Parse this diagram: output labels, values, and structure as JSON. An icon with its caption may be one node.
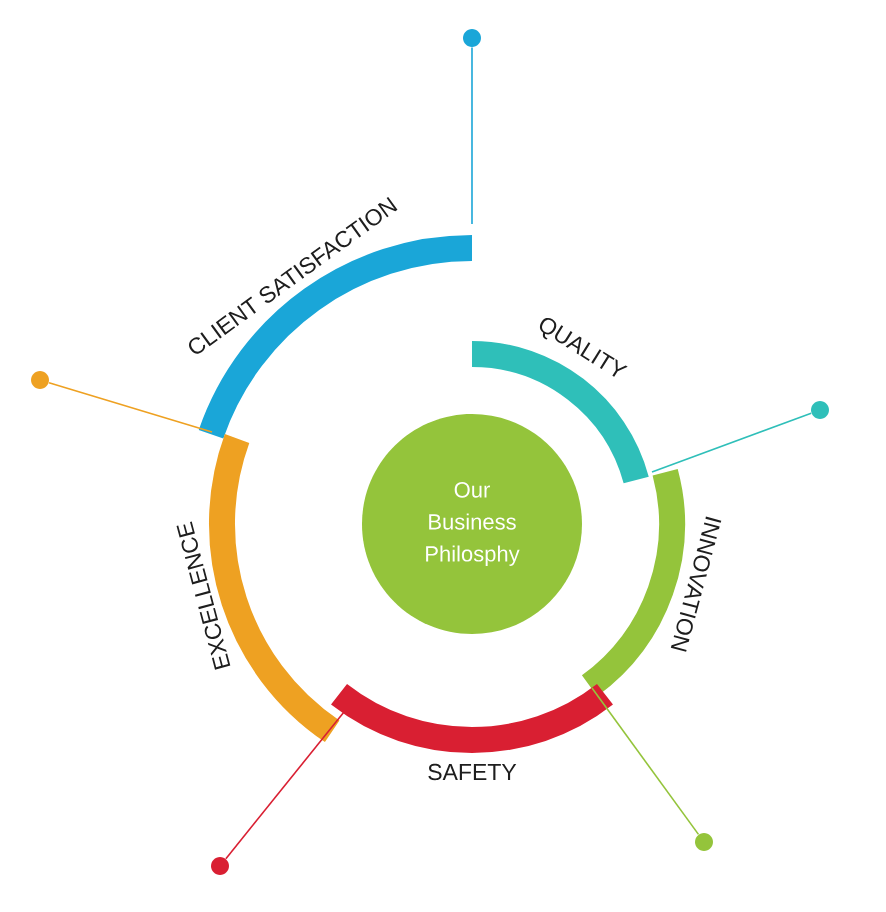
{
  "diagram": {
    "nodes": [
      {
        "text": [
          "Our Business Philosphy"
        ]
      },
      {
        "text": [
          "CLIENT SATISFACTION"
        ]
      },
      {
        "text": [
          "QUALITY"
        ]
      },
      {
        "text": [
          "INNOVATION"
        ]
      },
      {
        "text": [
          "SAFETY"
        ]
      },
      {
        "text": [
          "EXCELLENCE"
        ]
      },
      {
        "text": [],
        "shape": "circle"
      },
      {
        "text": [],
        "shape": "circle"
      },
      {
        "text": [],
        "shape": "circle"
      },
      {
        "text": [],
        "shape": "circle"
      },
      {
        "text": [],
        "shape": "circle"
      }
    ],
    "edges": [
      {
        "from": 1,
        "to": 8,
        "arrow": "none",
        "color": "#1aa6d8"
      },
      {
        "from": 2,
        "to": 10,
        "arrow": "none",
        "color": "#2fbfb9"
      },
      {
        "from": 3,
        "to": 9,
        "arrow": "none",
        "color": "#94c43b"
      },
      {
        "from": 4,
        "to": 7,
        "arrow": "none",
        "color": "#d91f32"
      },
      {
        "from": 5,
        "to": 6,
        "arrow": "none",
        "color": "#eea122"
      }
    ]
  }
}
